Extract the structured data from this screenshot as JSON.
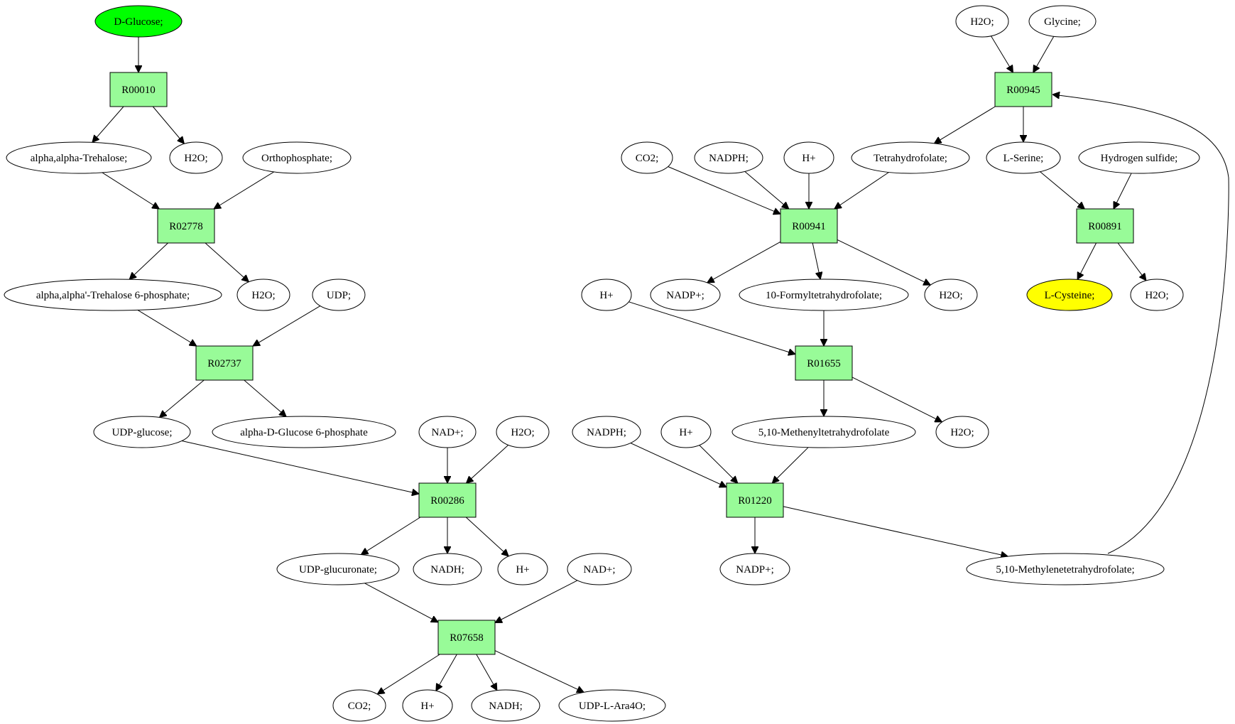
{
  "diagram": {
    "nodes": [
      {
        "id": "dglucose",
        "shape": "ellipse",
        "label": "D-Glucose;",
        "fill": "#00ff00"
      },
      {
        "id": "r00010",
        "shape": "rect",
        "label": "R00010"
      },
      {
        "id": "trehalose",
        "shape": "ellipse",
        "label": "alpha,alpha-Trehalose;"
      },
      {
        "id": "h2o_a",
        "shape": "ellipse",
        "label": "H2O;"
      },
      {
        "id": "orthophosphate",
        "shape": "ellipse",
        "label": "Orthophosphate;"
      },
      {
        "id": "r02778",
        "shape": "rect",
        "label": "R02778"
      },
      {
        "id": "trehalose6p",
        "shape": "ellipse",
        "label": "alpha,alpha'-Trehalose 6-phosphate;"
      },
      {
        "id": "h2o_b",
        "shape": "ellipse",
        "label": "H2O;"
      },
      {
        "id": "udp",
        "shape": "ellipse",
        "label": "UDP;"
      },
      {
        "id": "r02737",
        "shape": "rect",
        "label": "R02737"
      },
      {
        "id": "udpglucose",
        "shape": "ellipse",
        "label": "UDP-glucose;"
      },
      {
        "id": "glucose6p",
        "shape": "ellipse",
        "label": "alpha-D-Glucose 6-phosphate"
      },
      {
        "id": "nadplus_a",
        "shape": "ellipse",
        "label": "NAD+;"
      },
      {
        "id": "h2o_c",
        "shape": "ellipse",
        "label": "H2O;"
      },
      {
        "id": "r00286",
        "shape": "rect",
        "label": "R00286"
      },
      {
        "id": "udpglucuronate",
        "shape": "ellipse",
        "label": "UDP-glucuronate;"
      },
      {
        "id": "nadh_a",
        "shape": "ellipse",
        "label": "NADH;"
      },
      {
        "id": "hplus_a",
        "shape": "ellipse",
        "label": "H+"
      },
      {
        "id": "nadplus_b",
        "shape": "ellipse",
        "label": "NAD+;"
      },
      {
        "id": "r07658",
        "shape": "rect",
        "label": "R07658"
      },
      {
        "id": "co2_a",
        "shape": "ellipse",
        "label": "CO2;"
      },
      {
        "id": "hplus_b",
        "shape": "ellipse",
        "label": "H+"
      },
      {
        "id": "nadh_b",
        "shape": "ellipse",
        "label": "NADH;"
      },
      {
        "id": "udpara",
        "shape": "ellipse",
        "label": "UDP-L-Ara4O;"
      },
      {
        "id": "h2o_d",
        "shape": "ellipse",
        "label": "H2O;"
      },
      {
        "id": "glycine",
        "shape": "ellipse",
        "label": "Glycine;"
      },
      {
        "id": "r00945",
        "shape": "rect",
        "label": "R00945"
      },
      {
        "id": "co2_b",
        "shape": "ellipse",
        "label": "CO2;"
      },
      {
        "id": "nadph_a",
        "shape": "ellipse",
        "label": "NADPH;"
      },
      {
        "id": "hplus_c",
        "shape": "ellipse",
        "label": "H+"
      },
      {
        "id": "thf",
        "shape": "ellipse",
        "label": "Tetrahydrofolate;"
      },
      {
        "id": "lserine",
        "shape": "ellipse",
        "label": "L-Serine;"
      },
      {
        "id": "h2s",
        "shape": "ellipse",
        "label": "Hydrogen sulfide;"
      },
      {
        "id": "r00941",
        "shape": "rect",
        "label": "R00941"
      },
      {
        "id": "r00891",
        "shape": "rect",
        "label": "R00891"
      },
      {
        "id": "hplus_d",
        "shape": "ellipse",
        "label": "H+"
      },
      {
        "id": "nadpplus_a",
        "shape": "ellipse",
        "label": "NADP+;"
      },
      {
        "id": "formylthf",
        "shape": "ellipse",
        "label": "10-Formyltetrahydrofolate;"
      },
      {
        "id": "h2o_e",
        "shape": "ellipse",
        "label": "H2O;"
      },
      {
        "id": "lcysteine",
        "shape": "ellipse",
        "label": "L-Cysteine;",
        "fill": "#ffff00"
      },
      {
        "id": "h2o_f",
        "shape": "ellipse",
        "label": "H2O;"
      },
      {
        "id": "r01655",
        "shape": "rect",
        "label": "R01655"
      },
      {
        "id": "nadph_b",
        "shape": "ellipse",
        "label": "NADPH;"
      },
      {
        "id": "hplus_e",
        "shape": "ellipse",
        "label": "H+"
      },
      {
        "id": "methenylthf",
        "shape": "ellipse",
        "label": "5,10-Methenyltetrahydrofolate"
      },
      {
        "id": "h2o_g",
        "shape": "ellipse",
        "label": "H2O;"
      },
      {
        "id": "r01220",
        "shape": "rect",
        "label": "R01220"
      },
      {
        "id": "nadpplus_b",
        "shape": "ellipse",
        "label": "NADP+;"
      },
      {
        "id": "methylenethf",
        "shape": "ellipse",
        "label": "5,10-Methylenetetrahydrofolate;"
      }
    ],
    "edges": [
      [
        "dglucose",
        "r00010"
      ],
      [
        "r00010",
        "trehalose"
      ],
      [
        "r00010",
        "h2o_a"
      ],
      [
        "trehalose",
        "r02778"
      ],
      [
        "orthophosphate",
        "r02778"
      ],
      [
        "r02778",
        "trehalose6p"
      ],
      [
        "r02778",
        "h2o_b"
      ],
      [
        "trehalose6p",
        "r02737"
      ],
      [
        "udp",
        "r02737"
      ],
      [
        "r02737",
        "udpglucose"
      ],
      [
        "r02737",
        "glucose6p"
      ],
      [
        "udpglucose",
        "r00286"
      ],
      [
        "nadplus_a",
        "r00286"
      ],
      [
        "h2o_c",
        "r00286"
      ],
      [
        "r00286",
        "udpglucuronate"
      ],
      [
        "r00286",
        "nadh_a"
      ],
      [
        "r00286",
        "hplus_a"
      ],
      [
        "udpglucuronate",
        "r07658"
      ],
      [
        "nadplus_b",
        "r07658"
      ],
      [
        "r07658",
        "co2_a"
      ],
      [
        "r07658",
        "hplus_b"
      ],
      [
        "r07658",
        "nadh_b"
      ],
      [
        "r07658",
        "udpara"
      ],
      [
        "h2o_d",
        "r00945"
      ],
      [
        "glycine",
        "r00945"
      ],
      [
        "r00945",
        "thf"
      ],
      [
        "r00945",
        "lserine"
      ],
      [
        "co2_b",
        "r00941"
      ],
      [
        "nadph_a",
        "r00941"
      ],
      [
        "hplus_c",
        "r00941"
      ],
      [
        "thf",
        "r00941"
      ],
      [
        "r00941",
        "nadpplus_a"
      ],
      [
        "r00941",
        "formylthf"
      ],
      [
        "r00941",
        "h2o_e"
      ],
      [
        "lserine",
        "r00891"
      ],
      [
        "h2s",
        "r00891"
      ],
      [
        "r00891",
        "lcysteine"
      ],
      [
        "r00891",
        "h2o_f"
      ],
      [
        "hplus_d",
        "r01655"
      ],
      [
        "formylthf",
        "r01655"
      ],
      [
        "r01655",
        "methenylthf"
      ],
      [
        "r01655",
        "h2o_g"
      ],
      [
        "nadph_b",
        "r01220"
      ],
      [
        "hplus_e",
        "r01220"
      ],
      [
        "methenylthf",
        "r01220"
      ],
      [
        "r01220",
        "nadpplus_b"
      ],
      [
        "r01220",
        "methylenethf"
      ],
      [
        "methylenethf",
        "r00945"
      ]
    ]
  }
}
